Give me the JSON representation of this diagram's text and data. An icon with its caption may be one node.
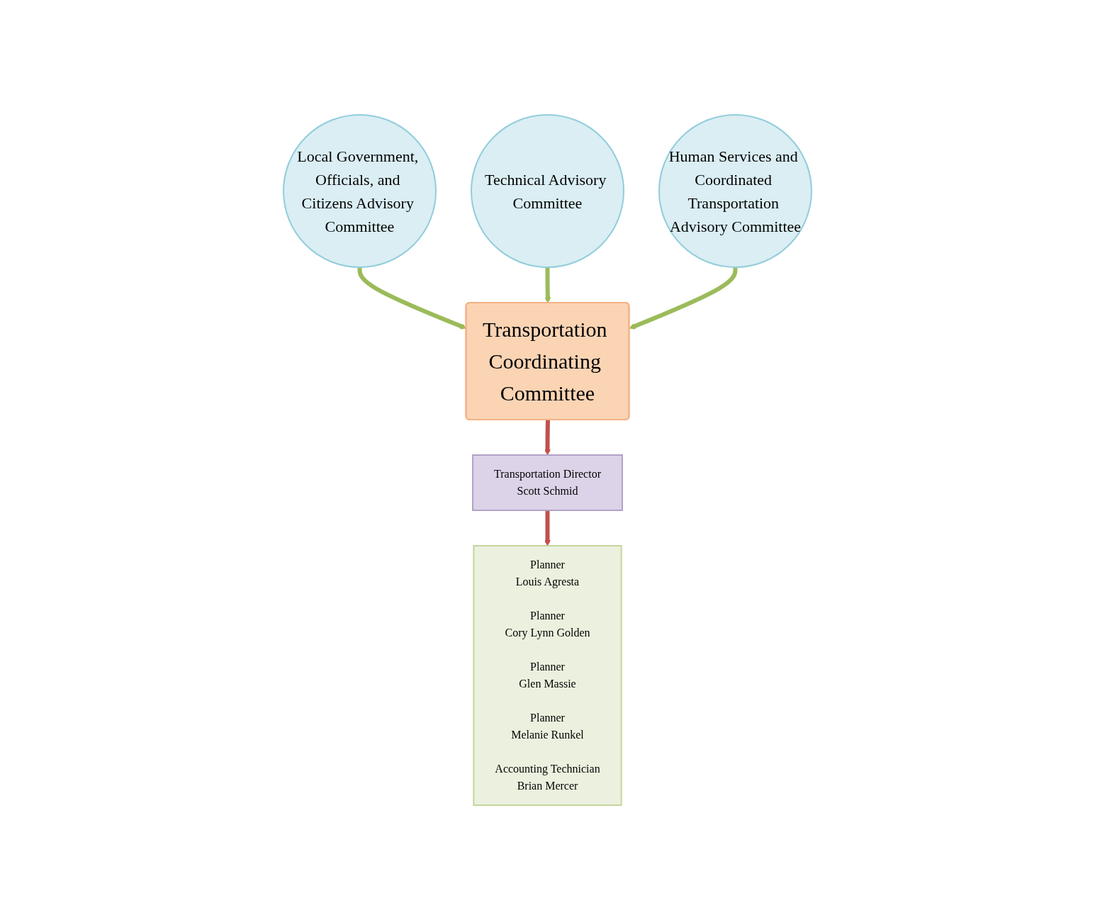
{
  "diagram": {
    "nodes": [
      {
        "text": [
          "Transportation Coordinating Committee"
        ]
      },
      {
        "text": [
          "Local Government, Officials, and Citizens Advisory Committee"
        ]
      },
      {
        "text": [
          "Technical Advisory Committee"
        ]
      },
      {
        "text": [
          "Transportation Director",
          "Scott Schmid"
        ]
      },
      {
        "text": [
          "Human Services and Coordinated Transportation Advisory Committee"
        ]
      },
      {
        "text": [
          "Planner",
          "Louis Agresta",
          "Planner",
          "Cory Lynn Golden",
          "Planner",
          "Glen Massie",
          "Planner",
          "Melanie Runkel",
          "Accounting Technician",
          "Brian Mercer"
        ]
      }
    ],
    "edges": [
      {
        "from": 1,
        "to": 0,
        "arrow": "to"
      },
      {
        "from": 2,
        "to": 0,
        "arrow": "to"
      },
      {
        "from": 4,
        "to": 0,
        "arrow": "to"
      },
      {
        "from": 0,
        "to": 3,
        "arrow": "to",
        "color": "#c0504d"
      },
      {
        "from": 3,
        "to": 5,
        "arrow": "to",
        "color": "#c0504d"
      }
    ]
  }
}
